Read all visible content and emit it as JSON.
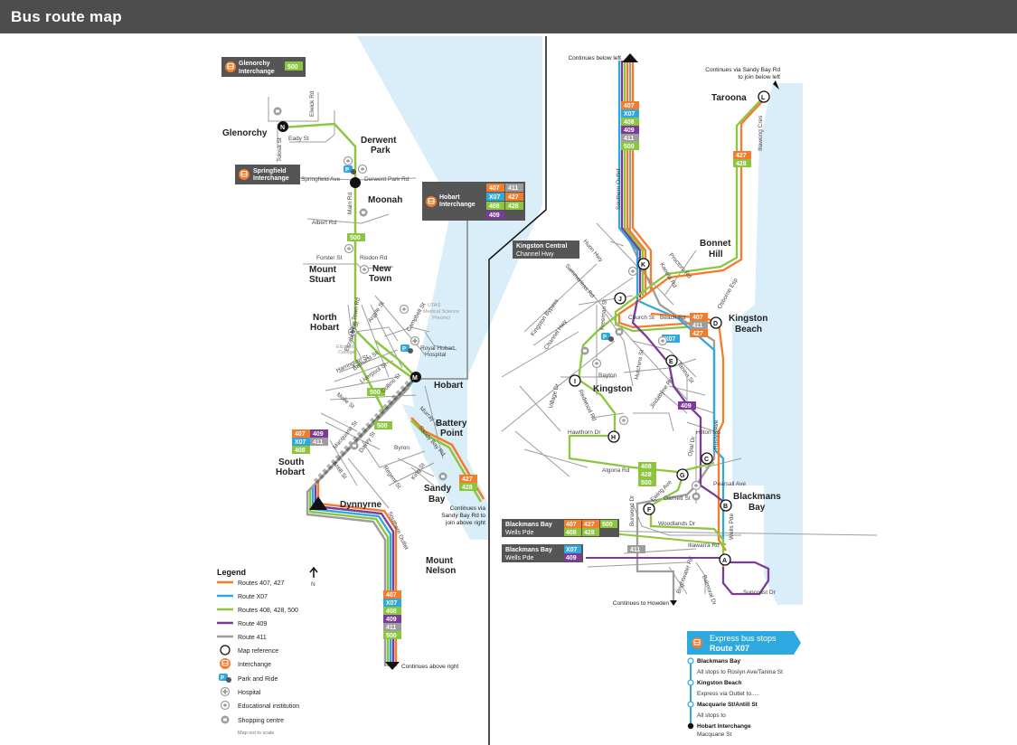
{
  "page_title": "Bus route map",
  "colors": {
    "route_407_427": "#f47c2a",
    "route_x07": "#2ea9e0",
    "route_408_428_500": "#8cc63f",
    "route_409": "#7c3b98",
    "route_411": "#9d9d9d",
    "water": "#d9eef9",
    "header": "#4d4d4d"
  },
  "icons": [
    "interchange-icon",
    "park-and-ride-icon",
    "hospital-icon",
    "educational-institution-icon",
    "shopping-centre-icon",
    "north-arrow-icon",
    "map-reference-icon"
  ],
  "interchanges": {
    "glenorchy": {
      "label": "Glenorchy Interchange",
      "line1": "Glenorchy",
      "line2": "Interchange",
      "routes": [
        "500"
      ]
    },
    "springfield": {
      "label": "Springfield Interchange",
      "line1": "Springfield",
      "line2": "Interchange"
    },
    "hobart": {
      "label": "Hobart Interchange",
      "line1": "Hobart",
      "line2": "Interchange",
      "routes": [
        "407",
        "411",
        "X07",
        "427",
        "408",
        "428",
        "409"
      ]
    },
    "kingston_central": {
      "line1": "Kingston Central",
      "line2": "Channel Hwy"
    },
    "blackmans_bay_1": {
      "line1": "Blackmans Bay",
      "line2": "Wells Pde",
      "routes": [
        "407",
        "427",
        "500",
        "408",
        "428"
      ]
    },
    "blackmans_bay_2": {
      "line1": "Blackmans Bay",
      "line2": "Wells Pde",
      "routes": [
        "X07",
        "409"
      ]
    }
  },
  "places_left": {
    "glenorchy": "Glenorchy",
    "derwent_park_1": "Derwent",
    "derwent_park_2": "Park",
    "moonah": "Moonah",
    "mount_stuart_1": "Mount",
    "mount_stuart_2": "Stuart",
    "new_town_1": "New",
    "new_town_2": "Town",
    "north_hobart_1": "North",
    "north_hobart_2": "Hobart",
    "hobart": "Hobart",
    "battery_point_1": "Battery",
    "battery_point_2": "Point",
    "south_hobart_1": "South",
    "south_hobart_2": "Hobart",
    "sandy_bay_1": "Sandy",
    "sandy_bay_2": "Bay",
    "dynnyrne": "Dynnyrne",
    "mount_nelson_1": "Mount",
    "mount_nelson_2": "Nelson"
  },
  "places_right": {
    "taroona": "Taroona",
    "bonnet_hill_1": "Bonnet",
    "bonnet_hill_2": "Hill",
    "kingston_beach_1": "Kingston",
    "kingston_beach_2": "Beach",
    "kingston": "Kingston",
    "blackmans_bay_1": "Blackmans",
    "blackmans_bay_2": "Bay"
  },
  "streets_left": [
    "Tolosa St",
    "Eady St",
    "Elwick Rd",
    "Springfield Ave",
    "Derwent Park Rd",
    "Main Rd",
    "Albert Rd",
    "Forster St",
    "Risdon Rd",
    "New Town Rd",
    "Argyle St",
    "Campbell St",
    "Elizabeth St",
    "Bathurst St",
    "Liverpool St",
    "Collins St",
    "Harrington St",
    "Macquarie St",
    "Murray St",
    "Molle St",
    "Davey St",
    "Antill St",
    "Regent St",
    "King St",
    "Byron",
    "Sandy Bay Rd",
    "Southern Outlet"
  ],
  "streets_right": [
    "Southern Outlet",
    "Huon Hwy",
    "Summerleas Rd",
    "Kingston Bypass",
    "Channel Hwy",
    "Freeman St",
    "Redwood Rd",
    "Hawthorn Dr",
    "Algona Rd",
    "Church St",
    "Beach Rd",
    "Osborne Esp",
    "Roslyn Ave",
    "Hutchins St",
    "Hilton Rd",
    "Opal Dr",
    "Ewing Ave",
    "Pearsall Ave",
    "Garnett St",
    "Woodlands Dr",
    "Illawarra Rd",
    "Wells Pde",
    "Suncoast Dr",
    "Burwood Dr",
    "Brightwater Rd",
    "Balmoral Dr",
    "Proctors Rd",
    "Illawong Cres",
    "Kaoota Rd",
    "Tanina St",
    "Village Dr",
    "Bayton",
    "Jindabyne Rd"
  ],
  "institutions": {
    "utas_1": "UTAS",
    "utas_2": "Medical Science",
    "utas_3": "Precinct",
    "royal_hobart_1": "Royal Hobart",
    "royal_hobart_2": "Hospital",
    "elizabeth_college_1": "Elizabeth",
    "elizabeth_college_2": "College"
  },
  "map_references": [
    "N",
    "M",
    "L",
    "K",
    "J",
    "I",
    "H",
    "G",
    "F",
    "E",
    "D",
    "C",
    "B",
    "A"
  ],
  "route_badges": {
    "left_top_500": "500",
    "south_hobart_stack": [
      "407",
      "409",
      "X07",
      "411",
      "408"
    ],
    "battery_point_stack": [
      "427",
      "428"
    ],
    "mount_nelson_stack": [
      "407",
      "X07",
      "408",
      "409",
      "411",
      "500"
    ],
    "route_500_mid": "500",
    "route_500_lower": "500",
    "route_500_bp": "500",
    "channel_stack": [
      "407",
      "X07",
      "408",
      "409",
      "411",
      "500"
    ],
    "taroona_stack": [
      "427",
      "428"
    ],
    "kingston_beach_stack": [
      "407",
      "411",
      "427"
    ],
    "x07_badge": "X07",
    "r409_badge": "409",
    "algona_stack": [
      "408",
      "428",
      "500"
    ],
    "r411_badge": "411"
  },
  "annotations": {
    "continues_below_left": "Continues below left",
    "continues_above_right": "Continues above right",
    "continues_sandy_bay_right_1": "Continues via Sandy Bay Rd",
    "continues_sandy_bay_right_2": "to join below left",
    "continues_sandy_bay_left_1": "Continues via",
    "continues_sandy_bay_left_2": "Sandy Bay Rd to",
    "continues_sandy_bay_left_3": "join above right",
    "continues_howden": "Continues to Howden"
  },
  "legend": {
    "title": "Legend",
    "north": "N",
    "items": [
      {
        "label": "Routes 407, 427",
        "kind": "line",
        "color": "#f47c2a"
      },
      {
        "label": "Route X07",
        "kind": "line",
        "color": "#2ea9e0"
      },
      {
        "label": "Routes 408, 428, 500",
        "kind": "line",
        "color": "#8cc63f"
      },
      {
        "label": "Route 409",
        "kind": "line",
        "color": "#7c3b98"
      },
      {
        "label": "Route 411",
        "kind": "line",
        "color": "#9d9d9d"
      },
      {
        "label": "Map reference",
        "kind": "ref"
      },
      {
        "label": "Interchange",
        "kind": "interchange"
      },
      {
        "label": "Park and Ride",
        "kind": "park"
      },
      {
        "label": "Hospital",
        "kind": "hospital"
      },
      {
        "label": "Educational institution",
        "kind": "edu"
      },
      {
        "label": "Shopping centre",
        "kind": "shop"
      }
    ],
    "note": "Map not to scale"
  },
  "express_box": {
    "title_1": "Express bus stops",
    "title_2": "Route X07",
    "stops": [
      {
        "name": "Blackmans Bay",
        "desc": "All stops to Roslyn Ave/Tanina St"
      },
      {
        "name": "Kingston Beach",
        "desc": "Express via Outlet to....."
      },
      {
        "name": "Macquarie St/Antill St",
        "desc": "All stops to"
      },
      {
        "name": "Hobart Interchange",
        "desc": "Macquarie St"
      }
    ]
  }
}
